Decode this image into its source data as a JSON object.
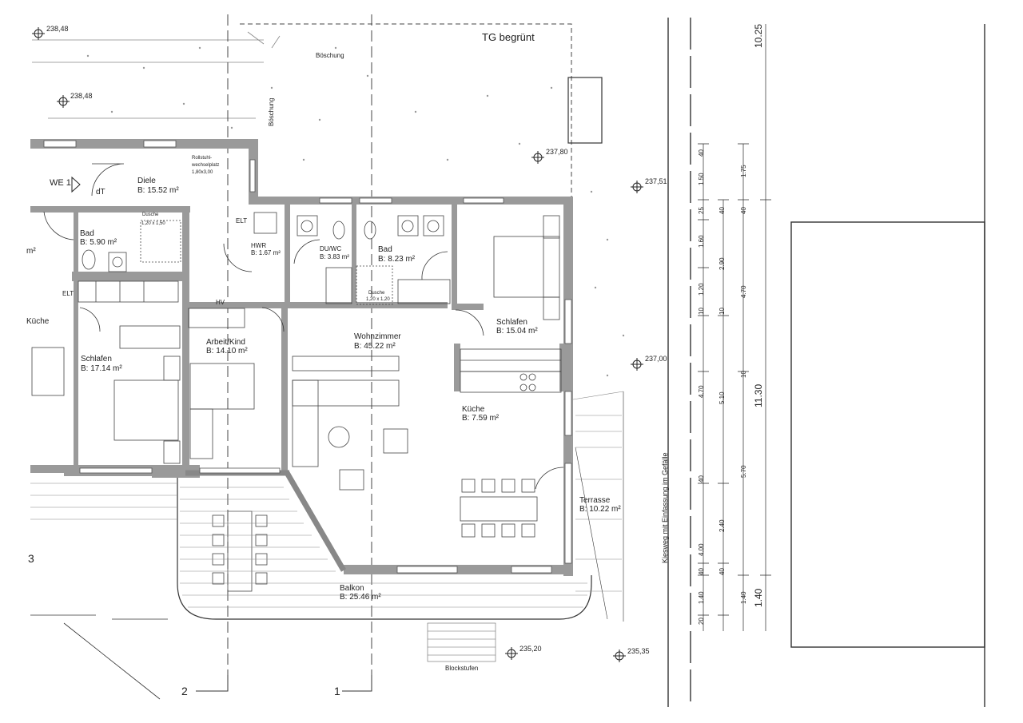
{
  "header": {
    "tg_label": "TG begrünt"
  },
  "slopes": {
    "top": "Böschung",
    "side": "Böschung"
  },
  "unit": {
    "name": "WE 1",
    "door_label": "dT"
  },
  "levels": [
    "238,48",
    "238,48",
    "237,80",
    "237,51",
    "237,00",
    "235,20",
    "235,35"
  ],
  "rooms": {
    "diele": {
      "name": "Diele",
      "area": "B: 15.52 m²"
    },
    "rollstuhl": {
      "line1": "Rollstuhl-",
      "line2": "wechselplatz",
      "line3": "1,80x3,00"
    },
    "hwr": {
      "name": "HWR",
      "area": "B: 1.67 m²"
    },
    "duwc": {
      "name": "DU/WC",
      "area": "B: 3.83 m²"
    },
    "bad_mid": {
      "name": "Bad",
      "area": "B: 8.23 m²"
    },
    "bad_left": {
      "name": "Bad",
      "area": "B: 5.90 m²"
    },
    "dusche_left": {
      "name": "Dusche",
      "size": "1,20 x 1,50"
    },
    "dusche_mid": {
      "name": "Dusche",
      "size": "1,20 x 1,20"
    },
    "schlafen_right": {
      "name": "Schlafen",
      "area": "B: 15.04 m²"
    },
    "wohnzimmer": {
      "name": "Wohnzimmer",
      "area": "B: 45.22 m²"
    },
    "arbeit": {
      "name": "Arbeit/Kind",
      "area": "B: 14.10 m²"
    },
    "schlafen_left": {
      "name": "Schlafen",
      "area": "B: 17.14 m²"
    },
    "kueche": {
      "name": "Küche",
      "area": "B: 7.59 m²"
    },
    "terrasse": {
      "name": "Terrasse",
      "area": "B: 10.22 m²"
    },
    "balkon": {
      "name": "Balkon",
      "area": "B: 25.46 m²"
    },
    "kueche_left": {
      "name": "Küche"
    },
    "m2_fragment": "m²"
  },
  "marks": {
    "elt1": "ELT",
    "elt2": "ELT",
    "hv": "HV"
  },
  "axes": {
    "axis1": "1",
    "axis2": "2",
    "axis3": "3"
  },
  "blockstufen": "Blockstufen",
  "kiesweg": "Kiesweg mit Einfassung im Gefälle",
  "dims_col1": [
    "40",
    "1.50",
    "25",
    "1.60",
    "1.20",
    "10",
    "4.70",
    "40",
    "4.00",
    "40",
    "1.40",
    "20"
  ],
  "dims_col2": [
    "40",
    "2.90",
    "10",
    "5.10",
    "5.70",
    "2.40",
    "40",
    "1.40"
  ],
  "dims_col3": [
    "1.75",
    "40",
    "4.70",
    "10"
  ],
  "dims_outer": [
    "10.25",
    "11.30",
    "1.40"
  ]
}
